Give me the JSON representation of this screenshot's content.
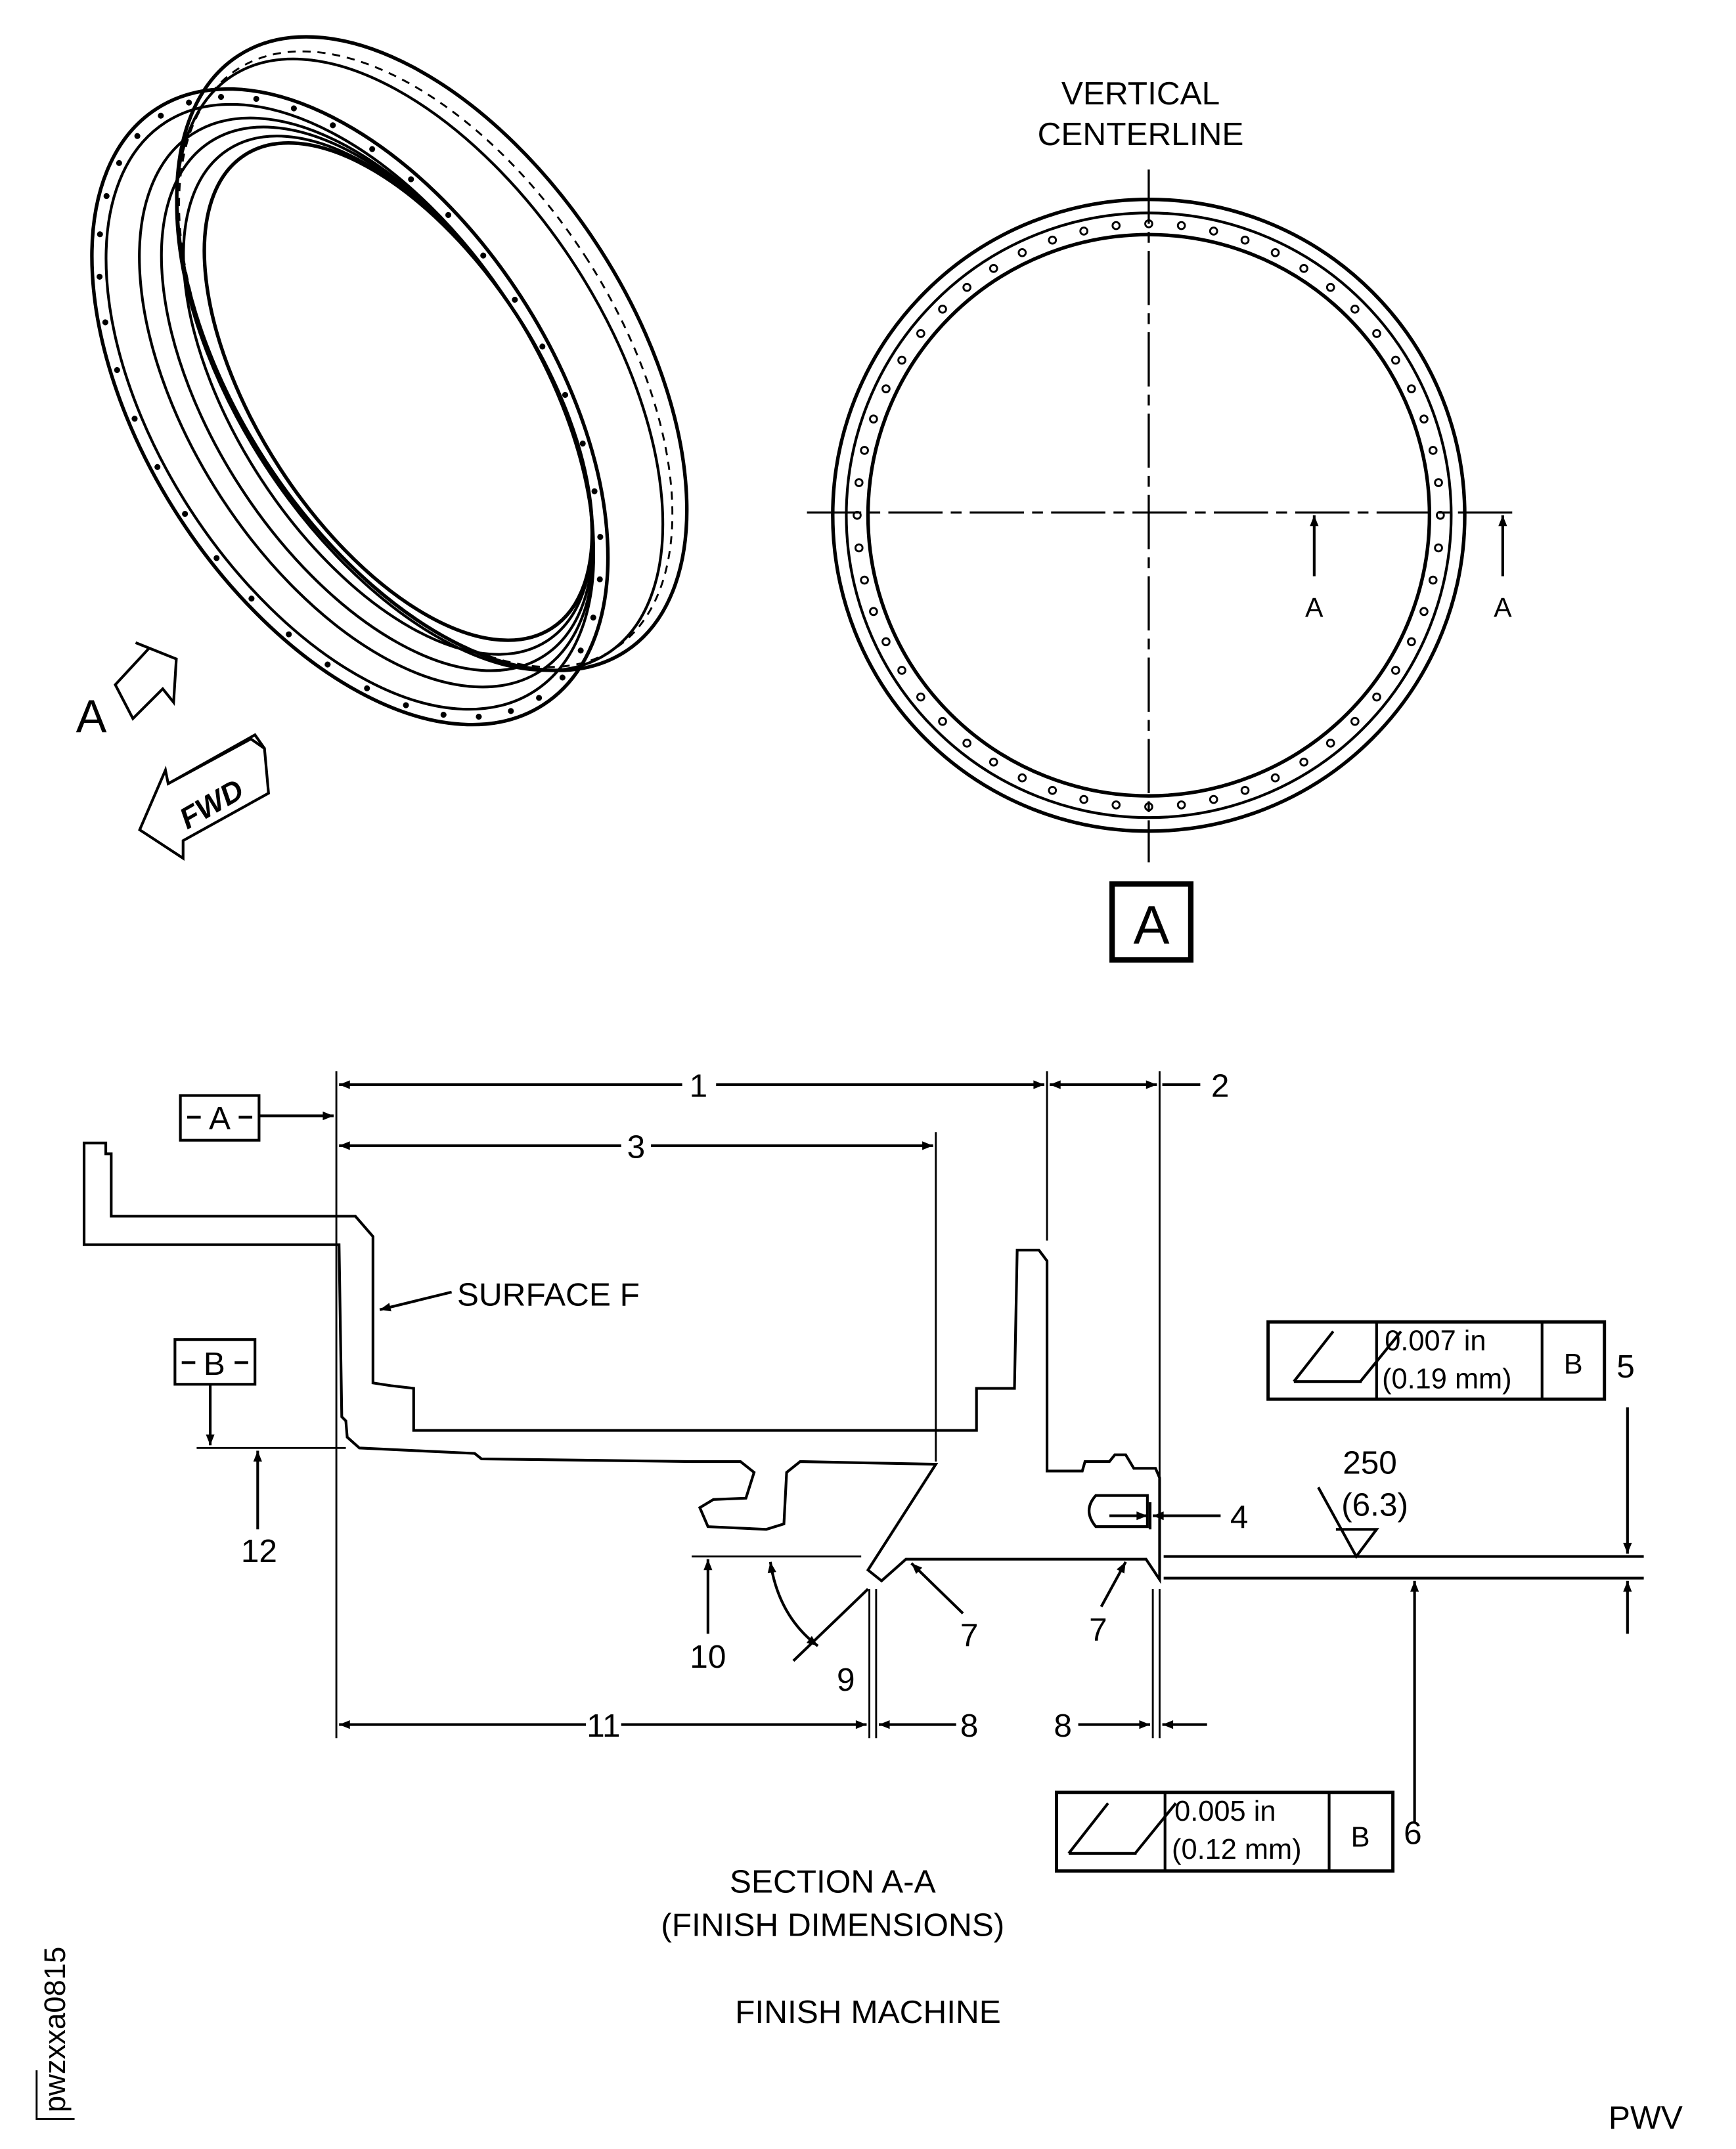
{
  "view_a": {
    "title_line1": "VERTICAL",
    "title_line2": "CENTERLINE",
    "section_arrow_left": "A",
    "section_arrow_right": "A",
    "view_label": "A"
  },
  "iso_view": {
    "view_arrow_label": "A",
    "fwd_label": "FWD"
  },
  "section": {
    "datum_a": "A",
    "datum_b": "B",
    "surface_label": "SURFACE F",
    "dims": [
      "1",
      "2",
      "3",
      "4",
      "5",
      "6",
      "7",
      "7",
      "8",
      "8",
      "9",
      "10",
      "11",
      "12"
    ],
    "fcf_top": {
      "value_in": "0.007 in",
      "value_mm": "(0.19 mm)",
      "datum": "B"
    },
    "fcf_bottom": {
      "value_in": "0.005 in",
      "value_mm": "(0.12 mm)",
      "datum": "B"
    },
    "finish_value": "250",
    "finish_metric": "(6.3)",
    "title_line1": "SECTION A-A",
    "title_line2": "(FINISH DIMENSIONS)",
    "note": "FINISH MACHINE"
  },
  "figure_id": "pwzxxa0815",
  "footer_code": "PWV"
}
